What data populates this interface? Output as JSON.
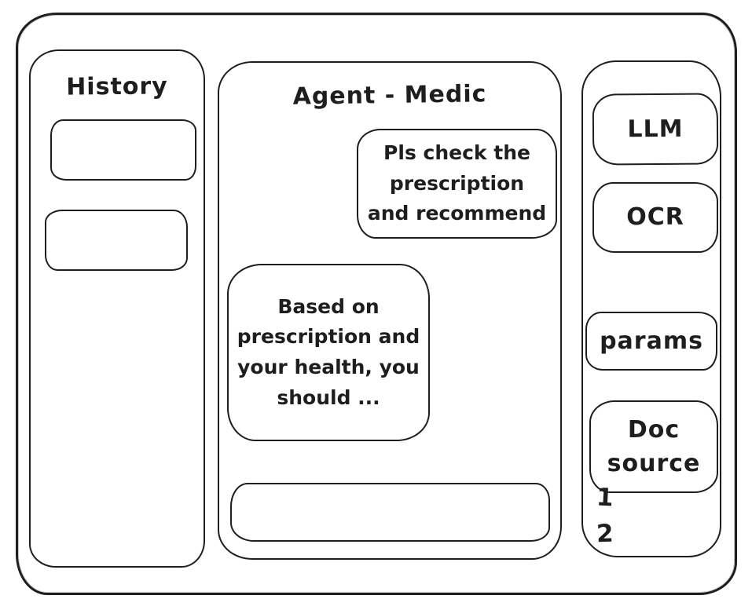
{
  "colors": {
    "stroke": "#1e1e1e",
    "background": "#ffffff"
  },
  "history_panel": {
    "title": "History",
    "items": [
      {
        "label": ""
      },
      {
        "label": ""
      }
    ]
  },
  "chat_panel": {
    "title": "Agent - Medic",
    "messages": [
      {
        "role": "user",
        "text": "Pls check the prescription and recommend"
      },
      {
        "role": "agent",
        "text": "Based on prescription and your health, you should ..."
      }
    ],
    "input": {
      "value": "",
      "placeholder": ""
    }
  },
  "tools_panel": {
    "buttons": [
      {
        "label": "LLM"
      },
      {
        "label": "OCR"
      },
      {
        "label": "params"
      },
      {
        "label": "Doc source"
      }
    ],
    "doc_list": [
      {
        "label": "1"
      },
      {
        "label": "2"
      }
    ]
  }
}
